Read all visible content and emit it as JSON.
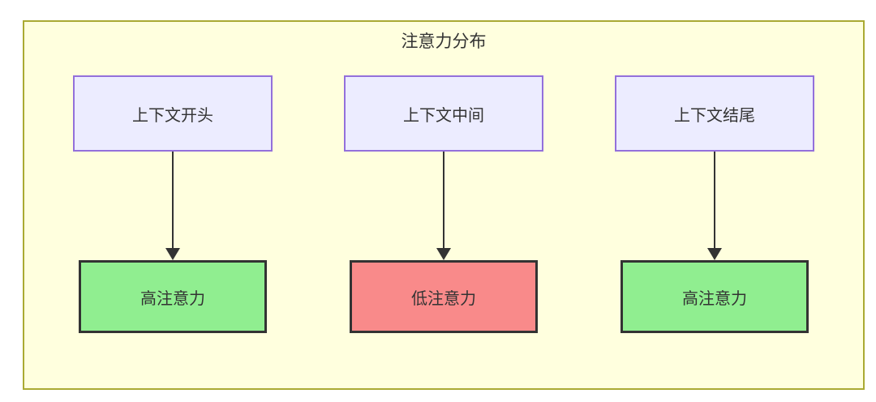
{
  "diagram": {
    "title": "注意力分布",
    "colors": {
      "container_fill": "#ffffde",
      "container_border": "#aaaa33",
      "source_fill": "#ECECFF",
      "source_border": "#9370DB",
      "high_fill": "#90EE90",
      "low_fill": "#F98A8A",
      "result_border": "#333333",
      "arrow": "#333333",
      "text": "#333333"
    },
    "columns": [
      {
        "source": "上下文开头",
        "result": "高注意力",
        "level": "high"
      },
      {
        "source": "上下文中间",
        "result": "低注意力",
        "level": "low"
      },
      {
        "source": "上下文结尾",
        "result": "高注意力",
        "level": "high"
      }
    ]
  }
}
